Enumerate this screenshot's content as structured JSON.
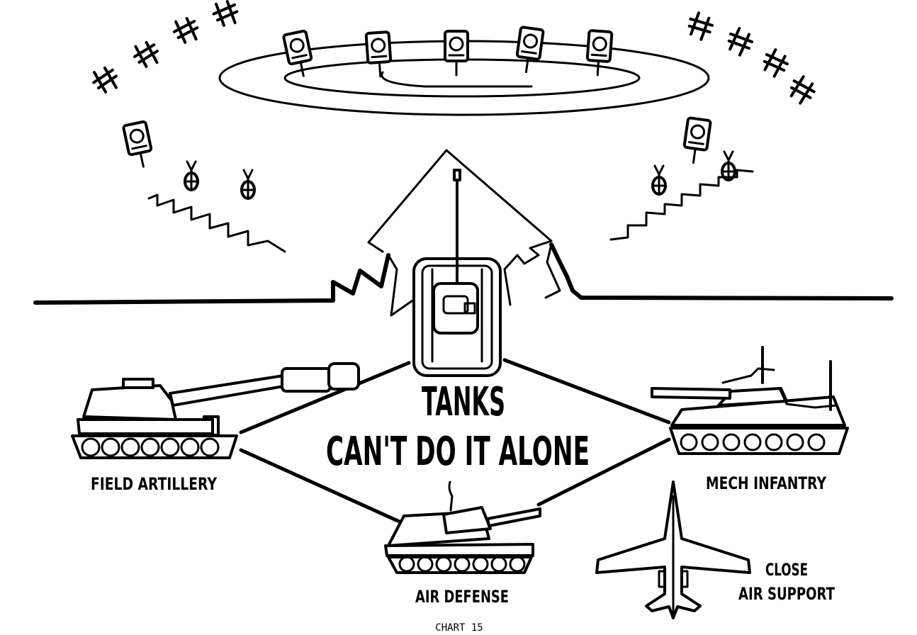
{
  "title_line1": "TANKS",
  "title_line2": "CAN'T DO IT ALONE",
  "labels": {
    "field_artillery": "FIELD ARTILLERY",
    "mech_infantry": "MECH INFANTRY",
    "air_defense": "AIR DEFENSE",
    "close_air_support_1": "CLOSE",
    "close_air_support_2": "AIR SUPPORT"
  },
  "caption": "CHART 15",
  "icons": [
    "tank-icon",
    "artillery-icon",
    "mech-infantry-icon",
    "air-defense-icon",
    "aircraft-icon",
    "helicopter-icon",
    "target-icon",
    "bomb-icon",
    "arrow-icon"
  ]
}
